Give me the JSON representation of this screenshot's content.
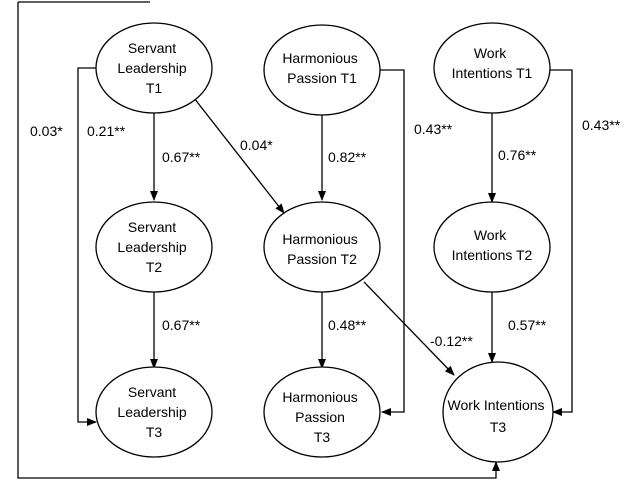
{
  "nodes": {
    "sl_t1": [
      "Servant",
      "Leadership",
      "T1"
    ],
    "hp_t1": [
      "Harmonious",
      "Passion T1"
    ],
    "wi_t1": [
      "Work",
      "Intentions T1"
    ],
    "sl_t2": [
      "Servant",
      "Leadership",
      "T2"
    ],
    "hp_t2": [
      "Harmonious",
      "Passion T2"
    ],
    "wi_t2": [
      "Work",
      "Intentions T2"
    ],
    "sl_t3": [
      "Servant",
      "Leadership",
      "T3"
    ],
    "hp_t3": [
      "Harmonious",
      "Passion",
      "T3"
    ],
    "wi_t3": [
      "Work Intentions",
      "T3"
    ]
  },
  "paths": {
    "sl1_wi3": "0.03*",
    "sl1_sl3": "0.21**",
    "sl1_sl2": "0.67**",
    "sl1_hp2": "0.04*",
    "hp1_hp2": "0.82**",
    "hp1_hp3": "0.43**",
    "wi1_wi2": "0.76**",
    "wi1_wi3": "0.43**",
    "sl2_sl3": "0.67**",
    "hp2_hp3": "0.48**",
    "hp2_wi3": "-0.12**",
    "wi2_wi3": "0.57**"
  },
  "colors": {
    "stroke": "#000000",
    "background": "#ffffff"
  }
}
